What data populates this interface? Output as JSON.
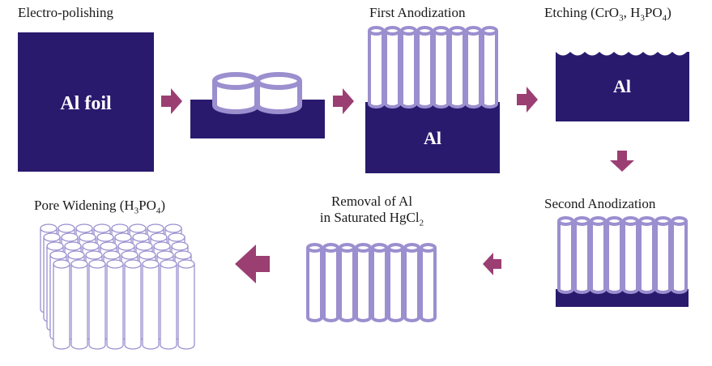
{
  "colors": {
    "al": "#2a1a6e",
    "pore_stroke": "#9b8fcf",
    "pore_fill": "#ffffff",
    "arrow": "#9b3f73"
  },
  "labels": {
    "electropolishing": "Electro-polishing",
    "first_anodization": "First Anodization",
    "etching_prefix": "Etching (CrO",
    "etching_sub1": "3",
    "etching_mid": ", H",
    "etching_sub2": "3",
    "etching_mid2": "PO",
    "etching_sub3": "4",
    "etching_suffix": ")",
    "second_anodization": "Second  Anodization",
    "removal_line1": "Removal of Al",
    "removal_line2_prefix": "in Saturated HgCl",
    "removal_line2_sub": "2",
    "pore_prefix": "Pore Widening (H",
    "pore_sub1": "3",
    "pore_mid": "PO",
    "pore_sub2": "4",
    "pore_suffix": ")"
  },
  "blocks": {
    "al_foil": "Al foil",
    "al_first": "Al",
    "al_etched": "Al"
  }
}
